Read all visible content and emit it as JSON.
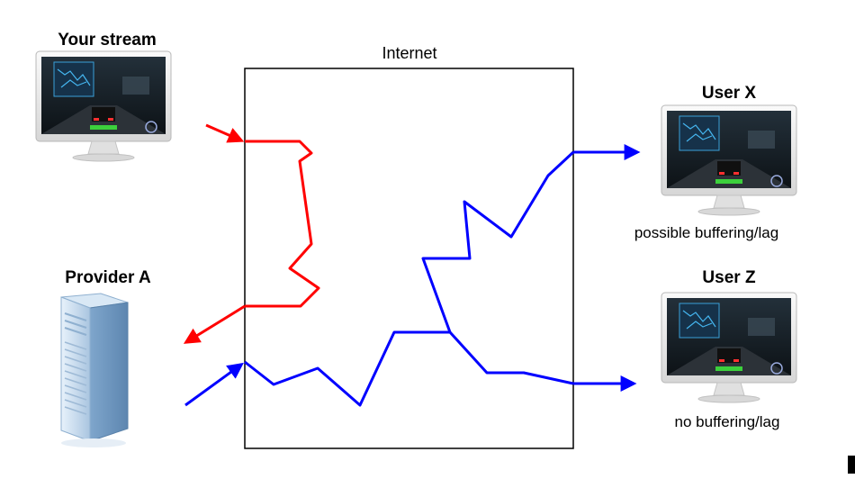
{
  "labels": {
    "your_stream": "Your stream",
    "internet": "Internet",
    "provider_a": "Provider A",
    "user_x": "User X",
    "user_x_caption": "possible buffering/lag",
    "user_z": "User Z",
    "user_z_caption": "no buffering/lag"
  },
  "icons": {
    "monitor": "monitor-icon",
    "server": "server-icon"
  },
  "colors": {
    "upload_path": "#ff0000",
    "delivery_path": "#0000ff",
    "box_border": "#000000",
    "background": "#ffffff"
  }
}
